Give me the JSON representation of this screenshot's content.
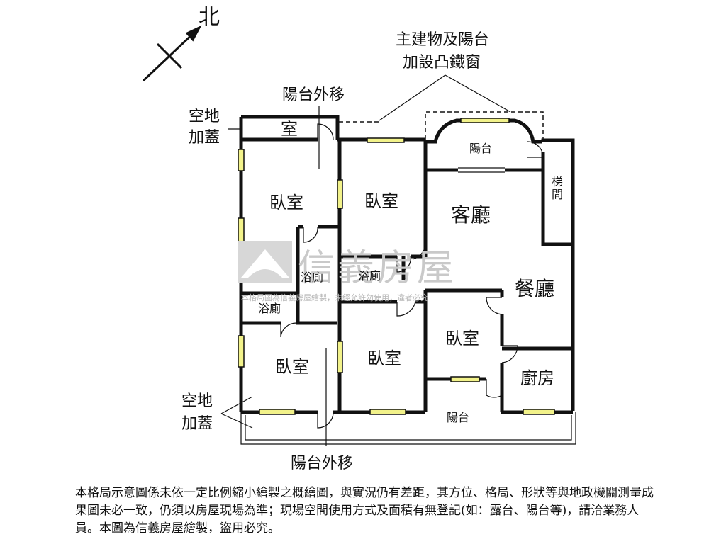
{
  "compass": {
    "label": "北",
    "icon": "north-arrow-icon"
  },
  "annotations": {
    "balcony_iron_window_line1": "主建物及陽台",
    "balcony_iron_window_line2": "加設凸鐵窗",
    "balcony_moved_top": "陽台外移",
    "balcony_moved_bottom": "陽台外移",
    "vacant_top_line1": "空地",
    "vacant_top_line2": "加蓋",
    "vacant_bottom_line1": "空地",
    "vacant_bottom_line2": "加蓋"
  },
  "rooms": {
    "top_strip": "室",
    "bedroom_1": "臥室",
    "bedroom_2": "臥室",
    "bedroom_3": "臥室",
    "bedroom_4": "臥室",
    "bedroom_5": "臥室",
    "bath_1": "浴廁",
    "bath_2": "浴廁",
    "bath_3": "浴廁",
    "balcony_top": "陽台",
    "balcony_bottom": "陽台",
    "living_room": "客廳",
    "dining_room": "餐廳",
    "kitchen": "廚房",
    "stairwell": "梯間"
  },
  "watermark": {
    "brand": "信義房屋",
    "line": "本格局圖為信義房屋繪製，未經允許勿使用，違者必究"
  },
  "disclaimer": "本格局示意圖係未依一定比例縮小繪製之概繪圖，與實況仍有差距，其方位、格局、形狀等與地政機關測量成果圖未必一致，仍須以房屋現場為準；現場空間使用方式及面積有無登記(如：露台、陽台等)，請洽業務人員。本圖為信義房屋繪製，盜用必究。",
  "colors": {
    "wall": "#111111",
    "window": "#f2f28a",
    "watermark": "#c9c9c9"
  }
}
